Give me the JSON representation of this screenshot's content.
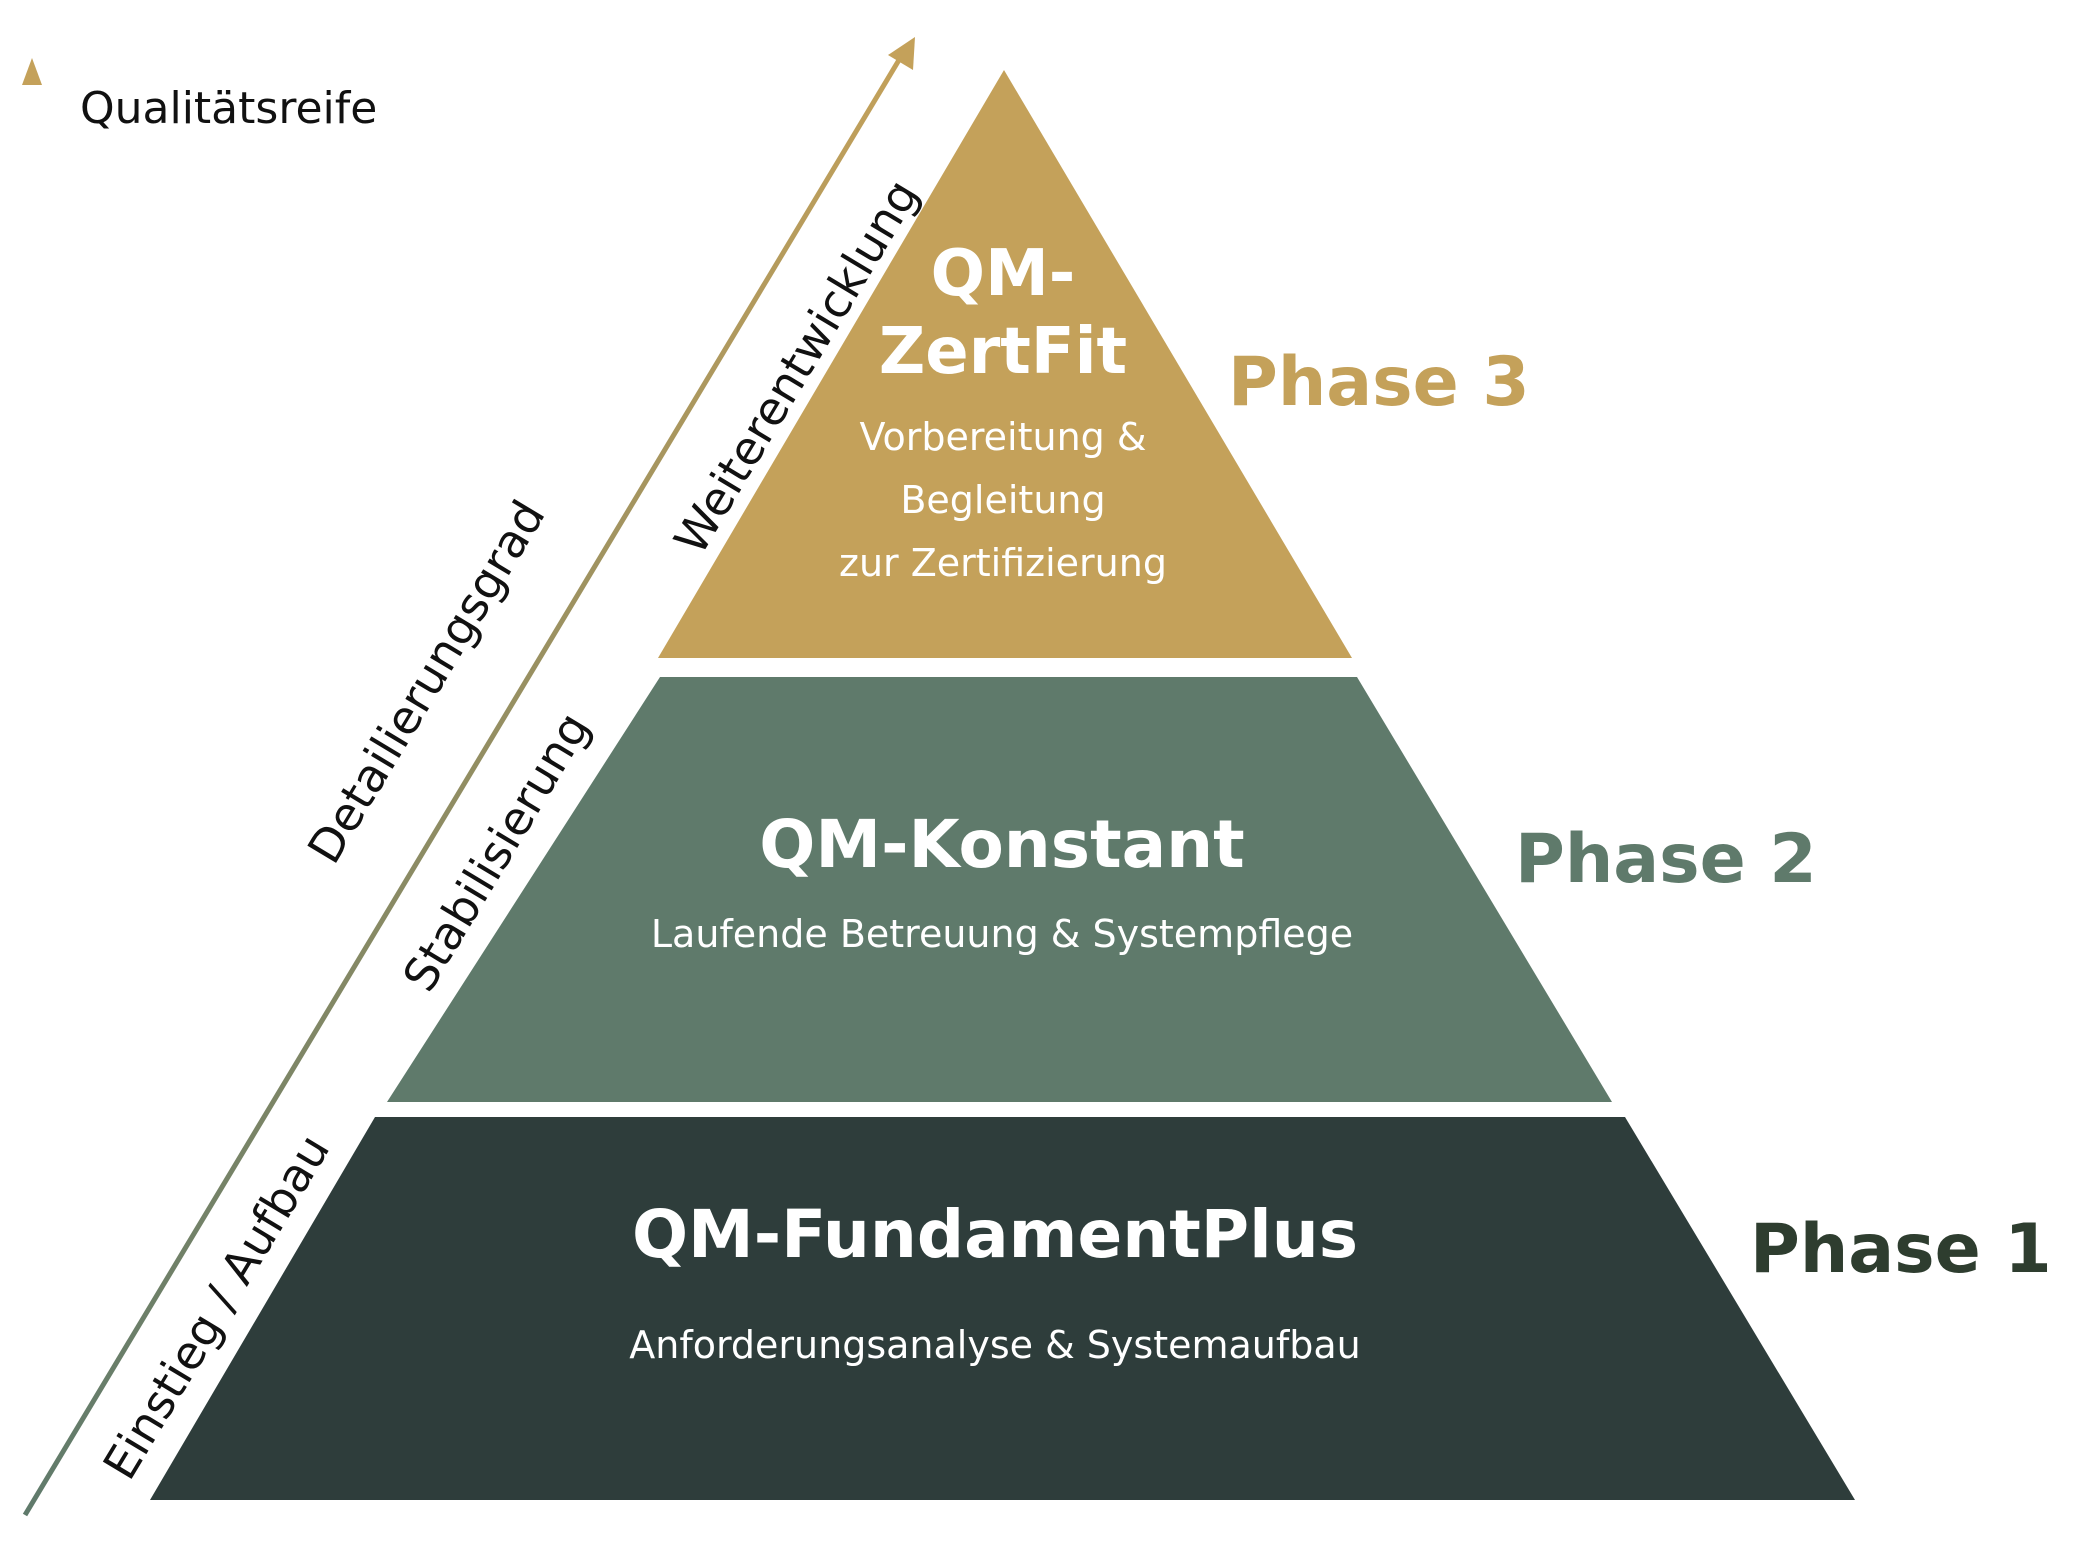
{
  "axis": {
    "title": "Qualitätsreife"
  },
  "diagonal_labels": {
    "level_1": "Einstieg / Aufbau",
    "level_2": "Stabilisierung",
    "level_3": "Weiterentwicklung",
    "detail": "Detailierungsgrad"
  },
  "tiers": [
    {
      "title_lines": [
        "QM-FundamentPlus"
      ],
      "description_lines": [
        "Anforderungsanalyse & Systemaufbau"
      ],
      "phase": "Phase 1",
      "color": "#2e3d3b",
      "phase_color": "#2e3d2f"
    },
    {
      "title_lines": [
        "QM-Konstant"
      ],
      "description_lines": [
        "Laufende Betreuung & Systempflege"
      ],
      "phase": "Phase 2",
      "color": "#5f7a6b",
      "phase_color": "#5f7a6b"
    },
    {
      "title_lines": [
        "QM-",
        "ZertFit"
      ],
      "description_lines": [
        "Vorbereitung &",
        "Begleitung",
        "zur Zertifizierung"
      ],
      "phase": "Phase 3",
      "color": "#c4a15a",
      "phase_color": "#c4a15a"
    }
  ],
  "gradient": {
    "start_color": "#5f7a6b",
    "end_color": "#c4a15a"
  }
}
